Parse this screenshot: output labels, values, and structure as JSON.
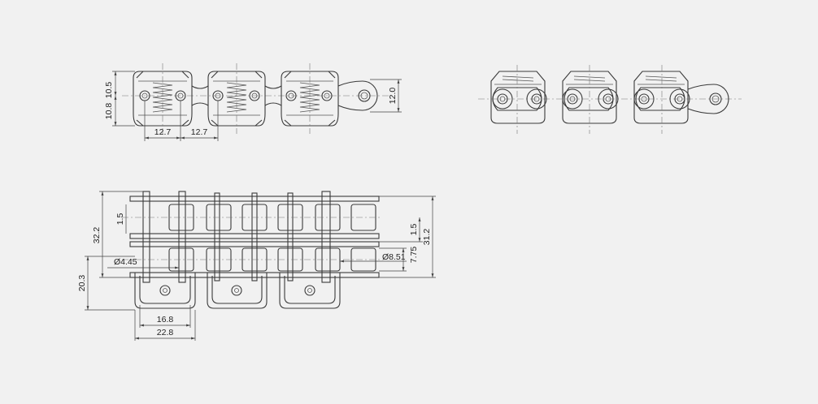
{
  "dimensions": {
    "d_10_5": "10.5",
    "d_10_8": "10.8",
    "d_12_0": "12.0",
    "d_12_7_a": "12.7",
    "d_12_7_b": "12.7",
    "d_32_2": "32.2",
    "d_1_5_left": "1.5",
    "d_4_45": "Ø4.45",
    "d_1_5_right": "1.5",
    "d_31_2": "31.2",
    "d_7_75": "7.75",
    "d_8_51": "Ø8.51",
    "d_20_3": "20.3",
    "d_16_8": "16.8",
    "d_22_8": "22.8"
  },
  "colors": {
    "background": "#f1f1f1",
    "line": "#3a3a3a"
  }
}
